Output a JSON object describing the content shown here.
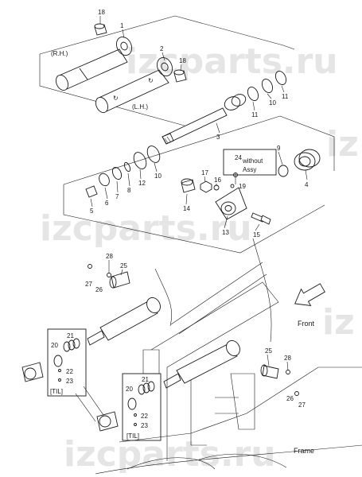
{
  "diagram": {
    "side_labels": {
      "right_hand": "(R.H.)",
      "left_hand": "(L.H.)"
    },
    "callouts": [
      "1",
      "2",
      "3",
      "4",
      "5",
      "6",
      "7",
      "8",
      "9",
      "10",
      "11",
      "12",
      "13",
      "14",
      "15",
      "16",
      "17",
      "18",
      "19",
      "20",
      "21",
      "22",
      "23",
      "24",
      "25",
      "26",
      "27",
      "28"
    ],
    "without_assy_text": {
      "line1": "without",
      "line2": "Assy"
    },
    "til_label": "[TIL]",
    "front_label": "Front",
    "frame_label": "Frame"
  },
  "watermark": {
    "text": "izcparts.ru"
  },
  "colors": {
    "ink": "#1a1a1a",
    "watermark": "#d0d0d0",
    "background": "#ffffff"
  }
}
